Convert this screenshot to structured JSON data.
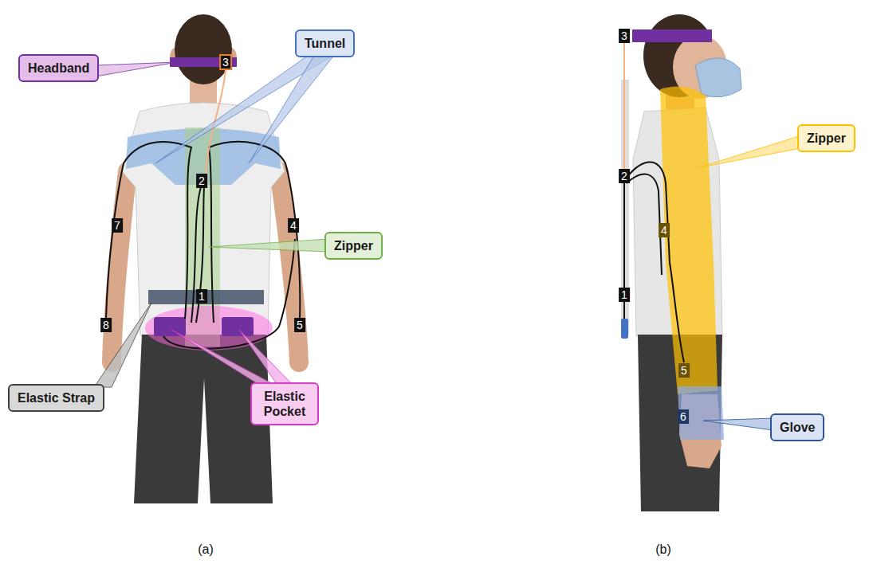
{
  "diagram": {
    "nodes": [
      {
        "text": [
          "Headband"
        ]
      },
      {
        "text": [
          "Tunnel"
        ]
      },
      {
        "text": [
          "Zipper"
        ]
      },
      {
        "text": [
          "Elastic Strap"
        ]
      },
      {
        "text": [
          "Elastic Pocket"
        ]
      },
      {
        "text": [
          "Zipper"
        ]
      },
      {
        "text": [
          "Glove"
        ]
      }
    ],
    "labels": [
      "3",
      "2",
      "7",
      "4",
      "1",
      "8",
      "5",
      "(a)",
      "3",
      "2",
      "4",
      "1",
      "5",
      "6",
      "(b)"
    ]
  }
}
